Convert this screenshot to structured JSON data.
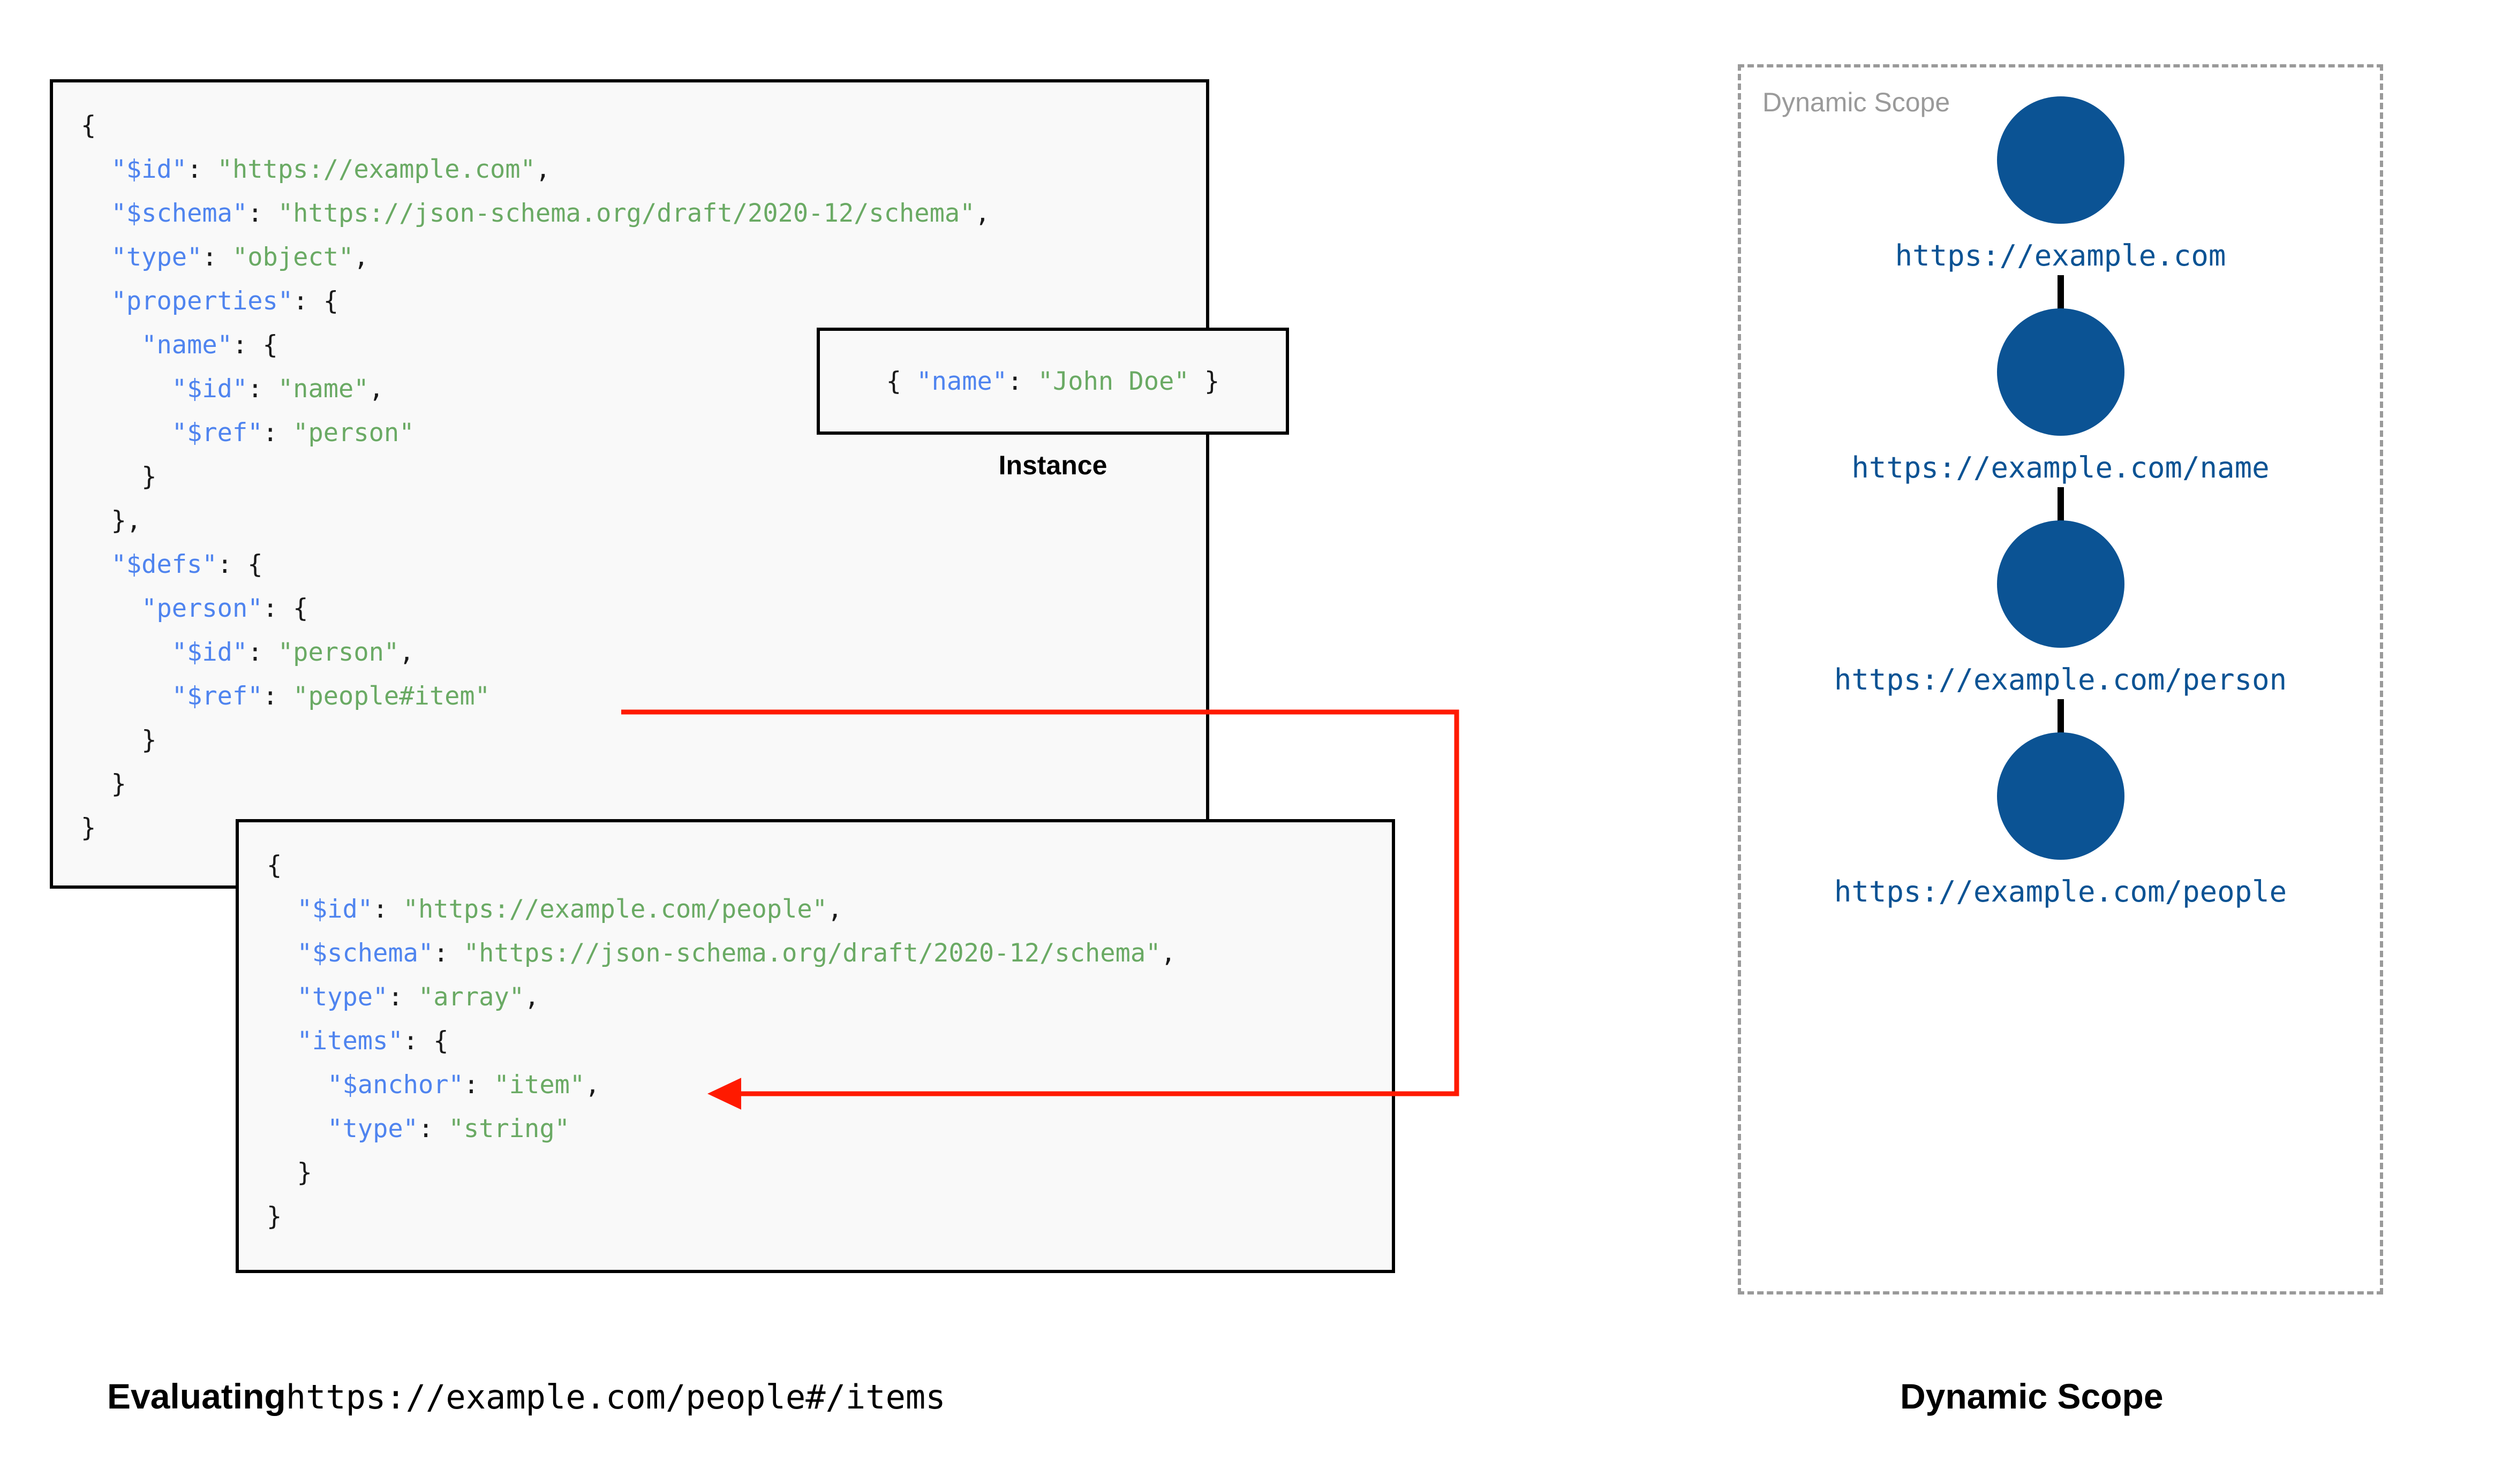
{
  "diagram": {
    "title_left": "Evaluating",
    "title_left_uri": "https://example.com/people#/items",
    "title_right": "Dynamic Scope"
  },
  "schema_root": {
    "name": "root-schema",
    "lines": [
      {
        "indent": 0,
        "tokens": [
          {
            "t": "{",
            "c": "p"
          }
        ]
      },
      {
        "indent": 1,
        "tokens": [
          {
            "t": "\"$id\"",
            "c": "k"
          },
          {
            "t": ": ",
            "c": "p"
          },
          {
            "t": "\"https://example.com\"",
            "c": "s"
          },
          {
            "t": ",",
            "c": "p"
          }
        ]
      },
      {
        "indent": 1,
        "tokens": [
          {
            "t": "\"$schema\"",
            "c": "k"
          },
          {
            "t": ": ",
            "c": "p"
          },
          {
            "t": "\"https://json-schema.org/draft/2020-12/schema\"",
            "c": "s"
          },
          {
            "t": ",",
            "c": "p"
          }
        ]
      },
      {
        "indent": 1,
        "tokens": [
          {
            "t": "\"type\"",
            "c": "k"
          },
          {
            "t": ": ",
            "c": "p"
          },
          {
            "t": "\"object\"",
            "c": "s"
          },
          {
            "t": ",",
            "c": "p"
          }
        ]
      },
      {
        "indent": 1,
        "tokens": [
          {
            "t": "\"properties\"",
            "c": "k"
          },
          {
            "t": ": {",
            "c": "p"
          }
        ]
      },
      {
        "indent": 2,
        "tokens": [
          {
            "t": "\"name\"",
            "c": "k"
          },
          {
            "t": ": {",
            "c": "p"
          }
        ]
      },
      {
        "indent": 3,
        "tokens": [
          {
            "t": "\"$id\"",
            "c": "k"
          },
          {
            "t": ": ",
            "c": "p"
          },
          {
            "t": "\"name\"",
            "c": "s"
          },
          {
            "t": ",",
            "c": "p"
          }
        ]
      },
      {
        "indent": 3,
        "tokens": [
          {
            "t": "\"$ref\"",
            "c": "k"
          },
          {
            "t": ": ",
            "c": "p"
          },
          {
            "t": "\"person\"",
            "c": "s"
          }
        ]
      },
      {
        "indent": 2,
        "tokens": [
          {
            "t": "}",
            "c": "p"
          }
        ]
      },
      {
        "indent": 1,
        "tokens": [
          {
            "t": "},",
            "c": "p"
          }
        ]
      },
      {
        "indent": 1,
        "tokens": [
          {
            "t": "\"$defs\"",
            "c": "k"
          },
          {
            "t": ": {",
            "c": "p"
          }
        ]
      },
      {
        "indent": 2,
        "tokens": [
          {
            "t": "\"person\"",
            "c": "k"
          },
          {
            "t": ": {",
            "c": "p"
          }
        ]
      },
      {
        "indent": 3,
        "tokens": [
          {
            "t": "\"$id\"",
            "c": "k"
          },
          {
            "t": ": ",
            "c": "p"
          },
          {
            "t": "\"person\"",
            "c": "s"
          },
          {
            "t": ",",
            "c": "p"
          }
        ]
      },
      {
        "indent": 3,
        "tokens": [
          {
            "t": "\"$ref\"",
            "c": "k"
          },
          {
            "t": ": ",
            "c": "p"
          },
          {
            "t": "\"people#item\"",
            "c": "s"
          }
        ]
      },
      {
        "indent": 2,
        "tokens": [
          {
            "t": "}",
            "c": "p"
          }
        ]
      },
      {
        "indent": 1,
        "tokens": [
          {
            "t": "}",
            "c": "p"
          }
        ]
      },
      {
        "indent": 0,
        "tokens": [
          {
            "t": "}",
            "c": "p"
          }
        ]
      }
    ]
  },
  "instance": {
    "caption": "Instance",
    "tokens": [
      {
        "t": "{ ",
        "c": "p"
      },
      {
        "t": "\"name\"",
        "c": "k"
      },
      {
        "t": ": ",
        "c": "p"
      },
      {
        "t": "\"John Doe\"",
        "c": "s"
      },
      {
        "t": " }",
        "c": "p"
      }
    ]
  },
  "schema_people": {
    "name": "people-schema",
    "lines": [
      {
        "indent": 0,
        "tokens": [
          {
            "t": "{",
            "c": "p"
          }
        ]
      },
      {
        "indent": 1,
        "tokens": [
          {
            "t": "\"$id\"",
            "c": "k"
          },
          {
            "t": ": ",
            "c": "p"
          },
          {
            "t": "\"https://example.com/people\"",
            "c": "s"
          },
          {
            "t": ",",
            "c": "p"
          }
        ]
      },
      {
        "indent": 1,
        "tokens": [
          {
            "t": "\"$schema\"",
            "c": "k"
          },
          {
            "t": ": ",
            "c": "p"
          },
          {
            "t": "\"https://json-schema.org/draft/2020-12/schema\"",
            "c": "s"
          },
          {
            "t": ",",
            "c": "p"
          }
        ]
      },
      {
        "indent": 1,
        "tokens": [
          {
            "t": "\"type\"",
            "c": "k"
          },
          {
            "t": ": ",
            "c": "p"
          },
          {
            "t": "\"array\"",
            "c": "s"
          },
          {
            "t": ",",
            "c": "p"
          }
        ]
      },
      {
        "indent": 1,
        "tokens": [
          {
            "t": "\"items\"",
            "c": "k"
          },
          {
            "t": ": {",
            "c": "p"
          }
        ]
      },
      {
        "indent": 2,
        "tokens": [
          {
            "t": "\"$anchor\"",
            "c": "k"
          },
          {
            "t": ": ",
            "c": "p"
          },
          {
            "t": "\"item\"",
            "c": "s"
          },
          {
            "t": ",",
            "c": "p"
          }
        ]
      },
      {
        "indent": 2,
        "tokens": [
          {
            "t": "\"type\"",
            "c": "k"
          },
          {
            "t": ": ",
            "c": "p"
          },
          {
            "t": "\"string\"",
            "c": "s"
          }
        ]
      },
      {
        "indent": 1,
        "tokens": [
          {
            "t": "}",
            "c": "p"
          }
        ]
      },
      {
        "indent": 0,
        "tokens": [
          {
            "t": "}",
            "c": "p"
          }
        ]
      }
    ]
  },
  "reference_arrow": {
    "from": "people#item",
    "to": "$anchor",
    "color": "#ff1a00"
  },
  "dynamic_scope": {
    "panel_title": "Dynamic Scope",
    "node_color": "#0b5394",
    "nodes": [
      {
        "label": "https://example.com"
      },
      {
        "label": "https://example.com/name"
      },
      {
        "label": "https://example.com/person"
      },
      {
        "label": "https://example.com/people"
      }
    ]
  },
  "colors": {
    "key": "#4f84ef",
    "string": "#6aaa64",
    "punctuation": "#1a1a1a",
    "box_border": "#000000",
    "box_fill": "#f9f9f9",
    "scope_border": "#9a9a9a",
    "scope_accent": "#0b5394",
    "arrow_red": "#ff1a00"
  }
}
